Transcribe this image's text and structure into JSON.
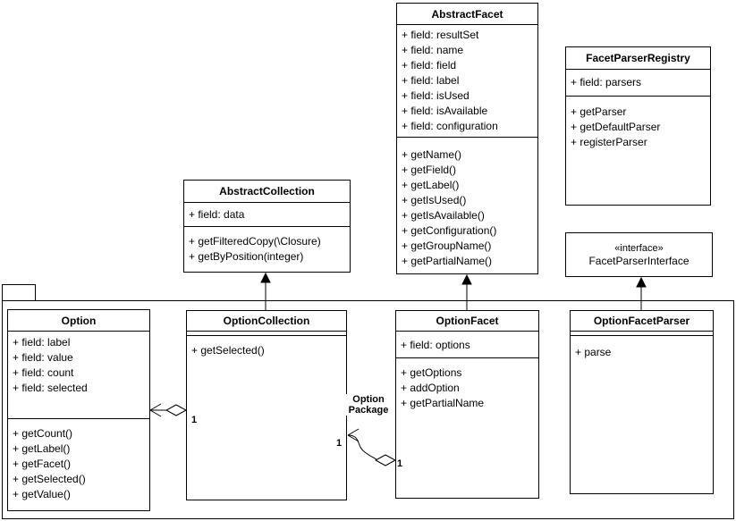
{
  "diagram": {
    "classes": {
      "abstract_facet": {
        "title": "AbstractFacet",
        "fields": [
          "+ field: resultSet",
          "+ field: name",
          "+ field: field",
          "+ field: label",
          "+ field: isUsed",
          "+ field: isAvailable",
          "+ field: configuration"
        ],
        "methods": [
          "+ getName()",
          "+ getField()",
          "+ getLabel()",
          "+ getIsUsed()",
          "+ getIsAvailable()",
          "+ getConfiguration()",
          "+ getGroupName()",
          "+ getPartialName()"
        ]
      },
      "facet_parser_registry": {
        "title": "FacetParserRegistry",
        "fields": [
          "+ field: parsers"
        ],
        "methods": [
          "+ getParser",
          "+ getDefaultParser",
          "+ registerParser"
        ]
      },
      "abstract_collection": {
        "title": "AbstractCollection",
        "fields": [
          "+ field: data"
        ],
        "methods": [
          "+ getFilteredCopy(\\Closure)",
          "+ getByPosition(integer)"
        ]
      },
      "facet_parser_interface": {
        "stereotype": "«interface»",
        "title": "FacetParserInterface"
      },
      "option": {
        "title": "Option",
        "fields": [
          "+ field: label",
          "+ field: value",
          "+ field: count",
          "+ field: selected"
        ],
        "methods": [
          "+ getCount()",
          "+ getLabel()",
          "+ getFacet()",
          "+ getSelected()",
          "+ getValue()"
        ]
      },
      "option_collection": {
        "title": "OptionCollection",
        "methods": [
          "+ getSelected()"
        ]
      },
      "option_facet": {
        "title": "OptionFacet",
        "fields": [
          "+ field: options"
        ],
        "methods": [
          "+ getOptions",
          "+ addOption",
          "+ getPartialName"
        ]
      },
      "option_facet_parser": {
        "title": "OptionFacetParser",
        "methods": [
          "+ parse"
        ]
      }
    },
    "edge_labels": {
      "option_package": [
        "Option",
        "Package"
      ],
      "mult_option_aggregation": "1",
      "mult_package_aggregation_source": "1",
      "mult_package_aggregation_target": "1"
    },
    "relationships": [
      {
        "from": "OptionCollection",
        "to": "AbstractCollection",
        "type": "generalization"
      },
      {
        "from": "OptionFacet",
        "to": "AbstractFacet",
        "type": "generalization"
      },
      {
        "from": "OptionFacetParser",
        "to": "FacetParserInterface",
        "type": "generalization"
      },
      {
        "from": "OptionCollection",
        "to": "Option",
        "type": "aggregation",
        "multiplicity_aggregate": "1"
      },
      {
        "from": "OptionFacet",
        "to": "OptionCollection",
        "type": "aggregation",
        "label": "Option Package",
        "multiplicity_aggregate": "1",
        "multiplicity_part": "1"
      }
    ],
    "colors": {
      "stroke": "#000000",
      "fill": "#ffffff",
      "text": "#000000"
    }
  }
}
